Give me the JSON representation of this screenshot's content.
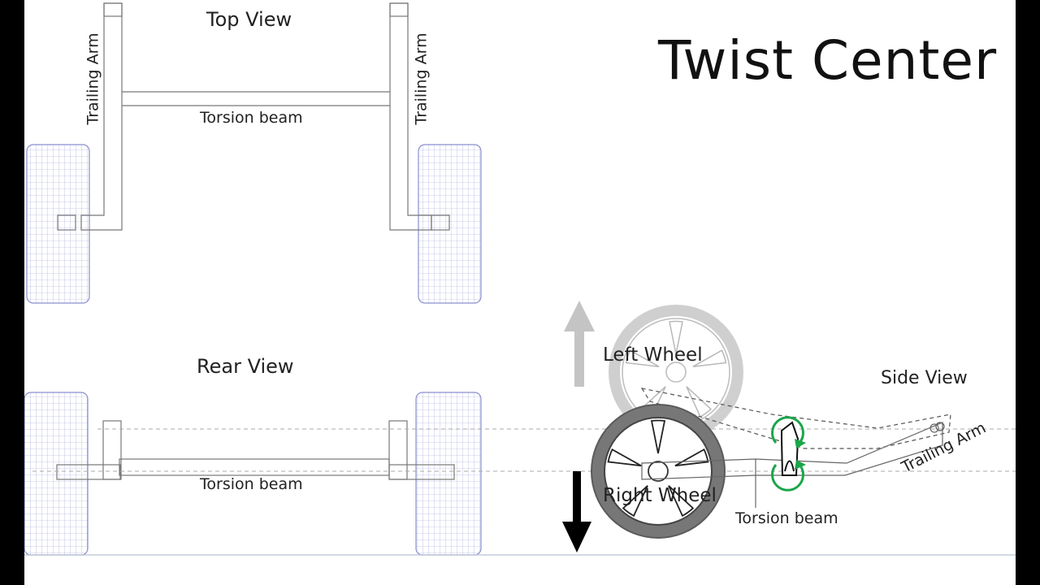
{
  "title": "Twist Center",
  "views": {
    "top": "Top View",
    "rear": "Rear View",
    "side": "Side View"
  },
  "labels": {
    "trailing_arm": "Trailing Arm",
    "torsion_beam": "Torsion beam",
    "left_wheel": "Left Wheel",
    "right_wheel": "Right Wheel"
  },
  "colors": {
    "background": "#ffffff",
    "border": "#000000",
    "tire_mesh": "#8a8fcf",
    "wheel_dark": "#555555",
    "wheel_light": "#c8c8c8",
    "arrow_up": "#c0c0c0",
    "arrow_down": "#000000",
    "twist_arrows": "#1aa64a"
  }
}
